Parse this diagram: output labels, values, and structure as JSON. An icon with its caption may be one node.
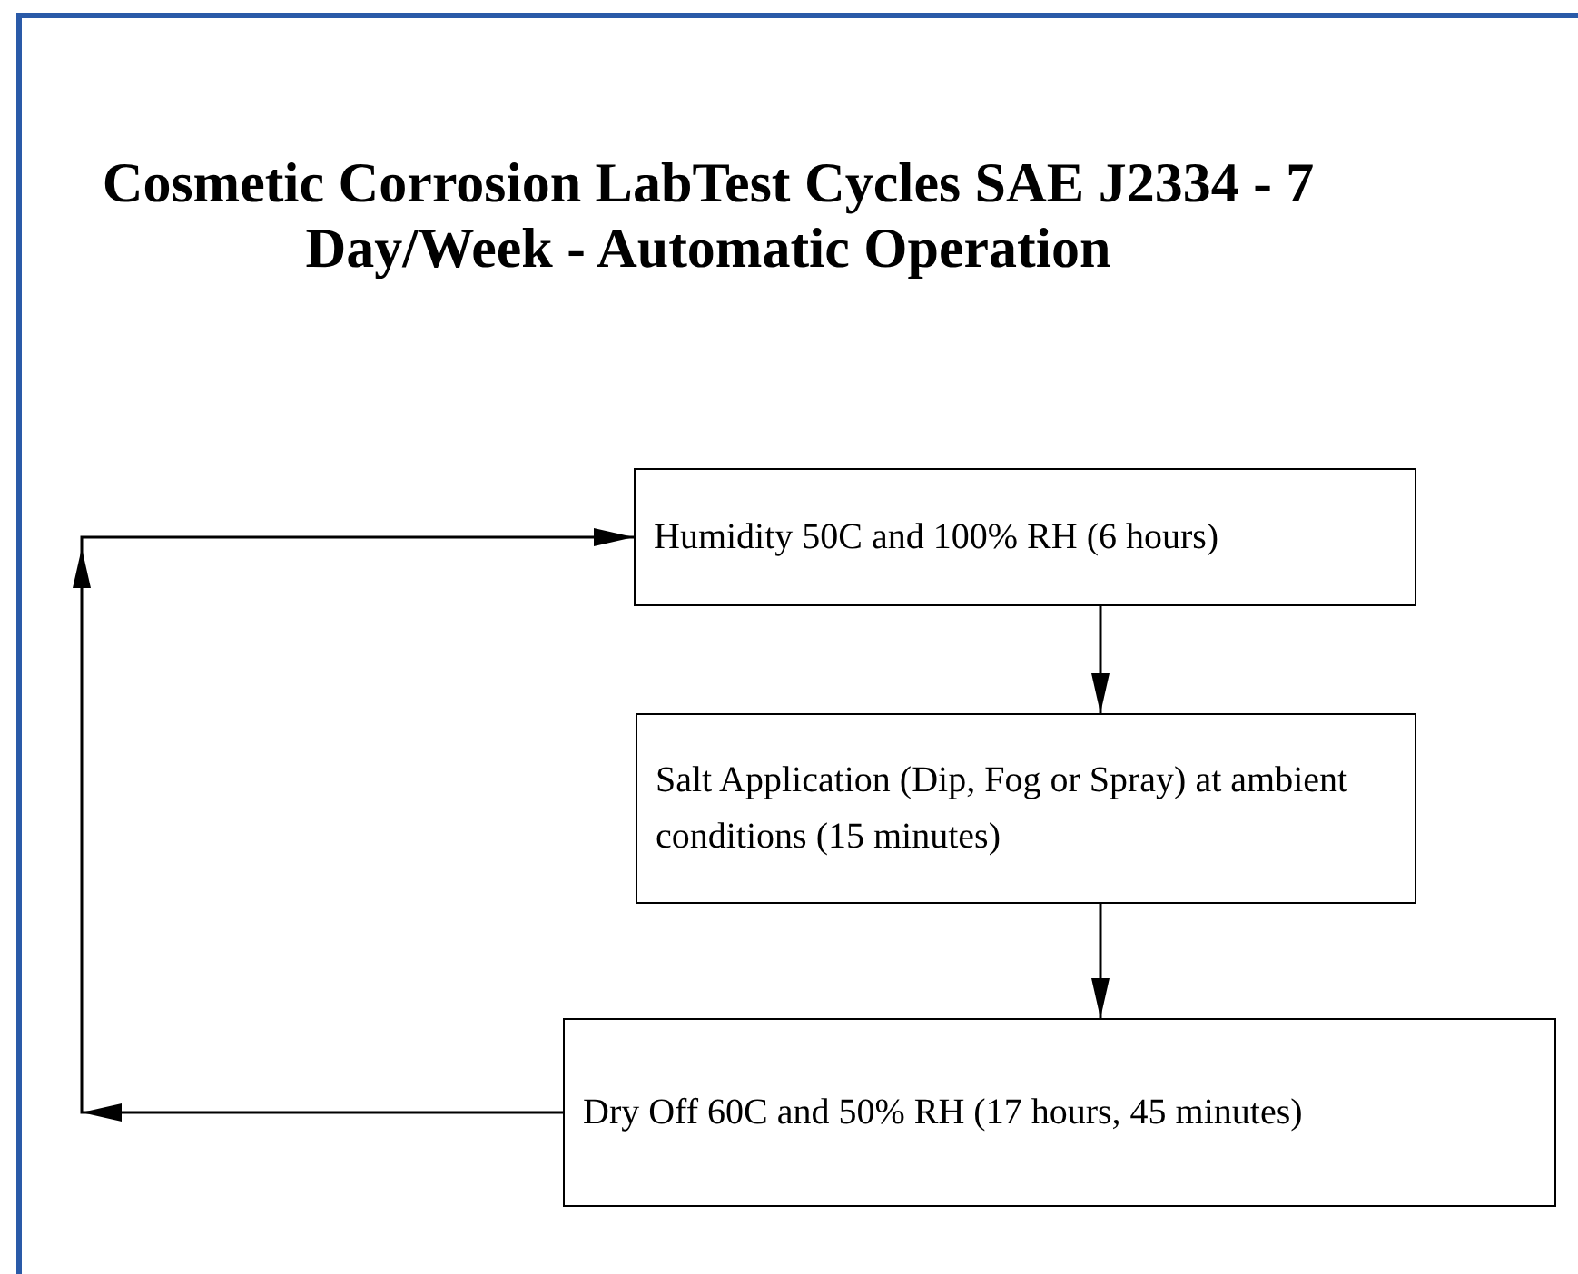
{
  "diagram": {
    "title": "Cosmetic Corrosion LabTest Cycles SAE J2334 - 7 Day/Week - Automatic Operation",
    "nodes": [
      {
        "text": [
          "Humidity 50C and 100% RH (6 hours)"
        ]
      },
      {
        "text": [
          "Salt Application (Dip, Fog or Spray) at ambient conditions (15 minutes)"
        ]
      },
      {
        "text": [
          "Dry Off 60C and 50% RH (17 hours, 45 minutes)"
        ]
      }
    ],
    "edges": [
      {
        "from": 0,
        "to": 1,
        "arrow": "to"
      },
      {
        "from": 1,
        "to": 2,
        "arrow": "to"
      },
      {
        "from": 2,
        "to": 0,
        "arrow": "to"
      }
    ]
  }
}
